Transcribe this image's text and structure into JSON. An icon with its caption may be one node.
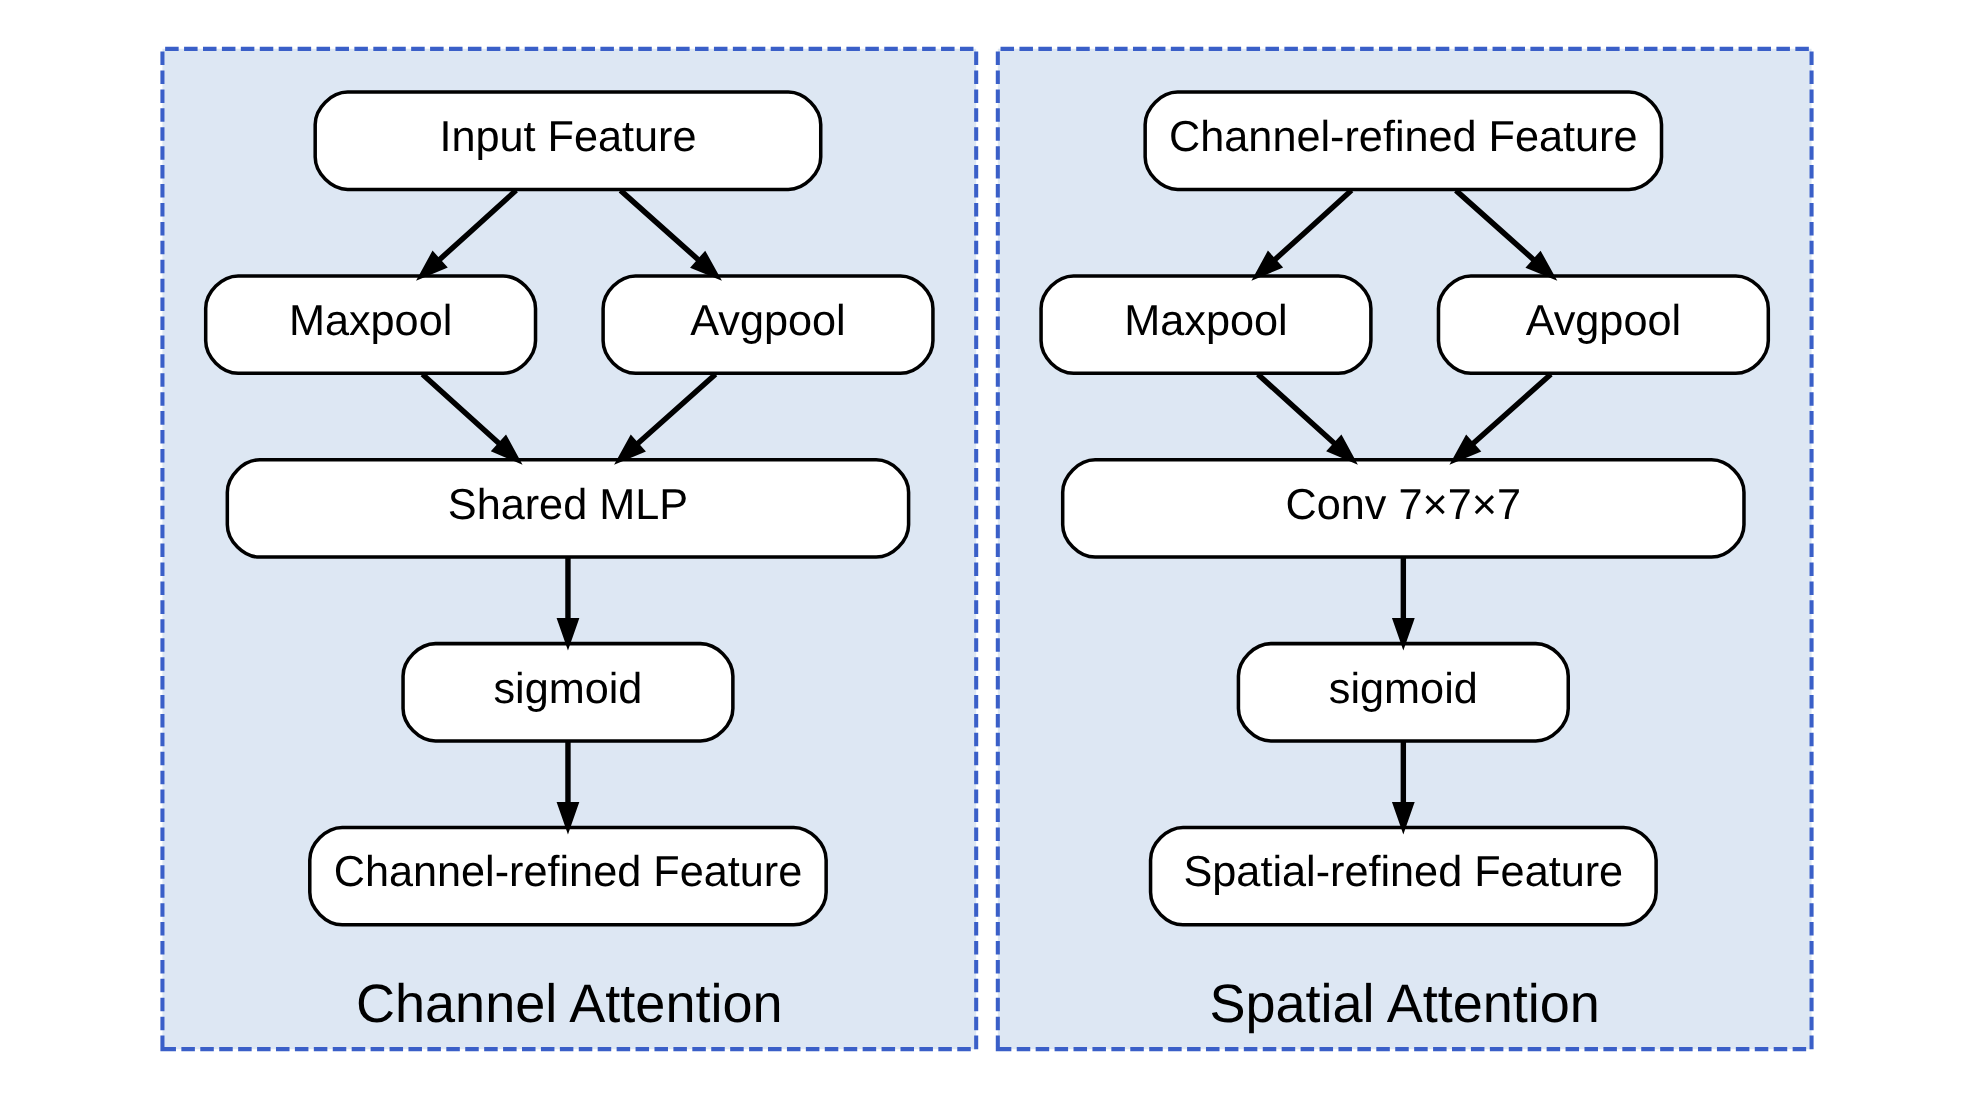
{
  "diagram": {
    "nodes": [
      {
        "text": [
          "Channel Attention"
        ]
      },
      {
        "text": [
          "Input Feature"
        ],
        "in": 0
      },
      {
        "text": [
          "Maxpool"
        ],
        "in": 0
      },
      {
        "text": [
          "Avgpool"
        ],
        "in": 0
      },
      {
        "text": [
          "Shared MLP"
        ],
        "in": 0
      },
      {
        "text": [
          "sigmoid"
        ],
        "in": 0
      },
      {
        "text": [
          "Channel-refined Feature"
        ],
        "in": 0
      },
      {
        "text": [
          "Spatial Attention"
        ]
      },
      {
        "text": [
          "Channel-refined Feature"
        ],
        "in": 7
      },
      {
        "text": [
          "Maxpool"
        ],
        "in": 7
      },
      {
        "text": [
          "Avgpool"
        ],
        "in": 7
      },
      {
        "text": [
          "Conv 7×7×7"
        ],
        "in": 7
      },
      {
        "text": [
          "sigmoid"
        ],
        "in": 7
      },
      {
        "text": [
          "Spatial-refined Feature"
        ],
        "in": 7
      }
    ],
    "edges": [
      {
        "from": 1,
        "to": 2,
        "arrow": "to"
      },
      {
        "from": 1,
        "to": 3,
        "arrow": "to"
      },
      {
        "from": 2,
        "to": 4,
        "arrow": "to"
      },
      {
        "from": 3,
        "to": 4,
        "arrow": "to"
      },
      {
        "from": 4,
        "to": 5,
        "arrow": "to"
      },
      {
        "from": 5,
        "to": 6,
        "arrow": "to"
      },
      {
        "from": 8,
        "to": 9,
        "arrow": "to"
      },
      {
        "from": 8,
        "to": 10,
        "arrow": "to"
      },
      {
        "from": 9,
        "to": 11,
        "arrow": "to"
      },
      {
        "from": 10,
        "to": 11,
        "arrow": "to"
      },
      {
        "from": 11,
        "to": 12,
        "arrow": "to"
      },
      {
        "from": 12,
        "to": 13,
        "arrow": "to"
      }
    ]
  }
}
